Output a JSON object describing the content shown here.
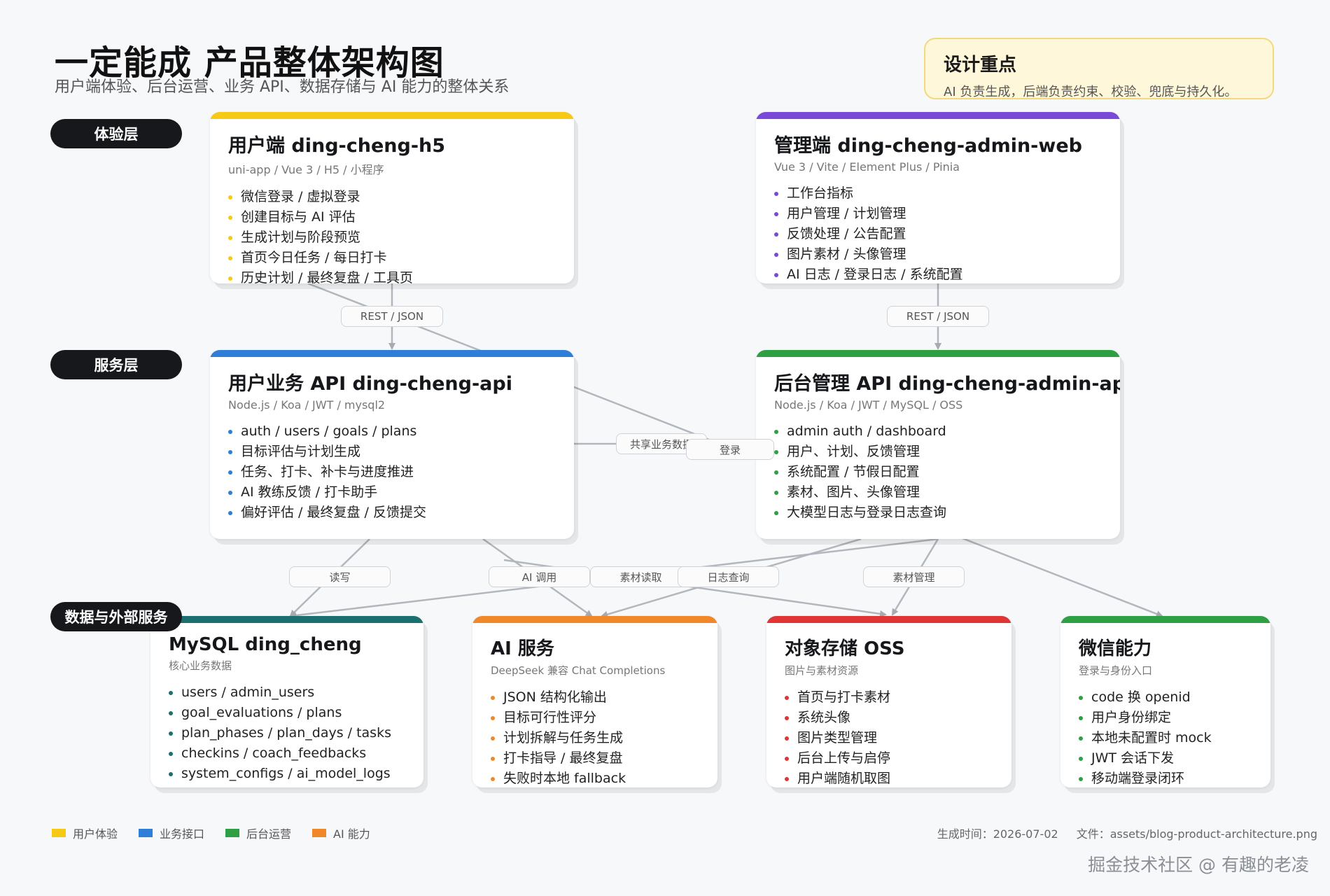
{
  "header": {
    "title": "一定能成 产品整体架构图",
    "subtitle": "用户端体验、后台运营、业务 API、数据存储与 AI 能力的整体关系"
  },
  "focus": {
    "title": "设计重点",
    "text": "AI 负责生成，后端负责约束、校验、兜底与持久化。"
  },
  "layers": {
    "experience": "体验层",
    "service": "服务层",
    "data": "数据与外部服务"
  },
  "cards": {
    "h5": {
      "color": "#f6c915",
      "title": "用户端 ding-cheng-h5",
      "sub": "uni-app / Vue 3 / H5 / 小程序",
      "items": [
        "微信登录 / 虚拟登录",
        "创建目标与 AI 评估",
        "生成计划与阶段预览",
        "首页今日任务 / 每日打卡",
        "历史计划 / 最终复盘 / 工具页"
      ]
    },
    "admin_web": {
      "color": "#7b49d8",
      "title": "管理端 ding-cheng-admin-web",
      "sub": "Vue 3 / Vite / Element Plus / Pinia",
      "items": [
        "工作台指标",
        "用户管理 / 计划管理",
        "反馈处理 / 公告配置",
        "图片素材 / 头像管理",
        "AI 日志 / 登录日志 / 系统配置"
      ]
    },
    "api": {
      "color": "#2f7ed8",
      "title": "用户业务 API ding-cheng-api",
      "sub": "Node.js / Koa / JWT / mysql2",
      "items": [
        "auth / users / goals / plans",
        "目标评估与计划生成",
        "任务、打卡、补卡与进度推进",
        "AI 教练反馈 / 打卡助手",
        "偏好评估 / 最终复盘 / 反馈提交"
      ]
    },
    "admin_api": {
      "color": "#2ea043",
      "title": "后台管理 API ding-cheng-admin-api",
      "sub": "Node.js / Koa / JWT / MySQL / OSS",
      "items": [
        "admin auth / dashboard",
        "用户、计划、反馈管理",
        "系统配置 / 节假日配置",
        "素材、图片、头像管理",
        "大模型日志与登录日志查询"
      ]
    },
    "mysql": {
      "color": "#1b6f6f",
      "title": "MySQL ding_cheng",
      "sub": "核心业务数据",
      "items": [
        "users / admin_users",
        "goal_evaluations / plans",
        "plan_phases / plan_days / tasks",
        "checkins / coach_feedbacks",
        "system_configs / ai_model_logs"
      ]
    },
    "ai": {
      "color": "#f0882a",
      "title": "AI 服务",
      "sub": "DeepSeek 兼容 Chat Completions",
      "items": [
        "JSON 结构化输出",
        "目标可行性评分",
        "计划拆解与任务生成",
        "打卡指导 / 最终复盘",
        "失败时本地 fallback"
      ]
    },
    "oss": {
      "color": "#e03535",
      "title": "对象存储 OSS",
      "sub": "图片与素材资源",
      "items": [
        "首页与打卡素材",
        "系统头像",
        "图片类型管理",
        "后台上传与启停",
        "用户端随机取图"
      ]
    },
    "wechat": {
      "color": "#2ea043",
      "title": "微信能力",
      "sub": "登录与身份入口",
      "items": [
        "code 换 openid",
        "用户身份绑定",
        "本地未配置时 mock",
        "JWT 会话下发",
        "移动端登录闭环"
      ]
    }
  },
  "edges": {
    "rest_json_left": "REST / JSON",
    "rest_json_right": "REST / JSON",
    "shared_data": "共享业务数据",
    "login": "登录",
    "read_write": "读写",
    "ai_call": "AI 调用",
    "material_read": "素材读取",
    "log_query": "日志查询",
    "material_manage": "素材管理"
  },
  "legend": [
    {
      "label": "用户体验",
      "color": "#f6c915"
    },
    {
      "label": "业务接口",
      "color": "#2f7ed8"
    },
    {
      "label": "后台运营",
      "color": "#2ea043"
    },
    {
      "label": "AI 能力",
      "color": "#f0882a"
    }
  ],
  "footer": {
    "generated": "生成时间：2026-07-02",
    "file": "文件：assets/blog-product-architecture.png",
    "watermark": "掘金技术社区 @ 有趣的老凌"
  }
}
